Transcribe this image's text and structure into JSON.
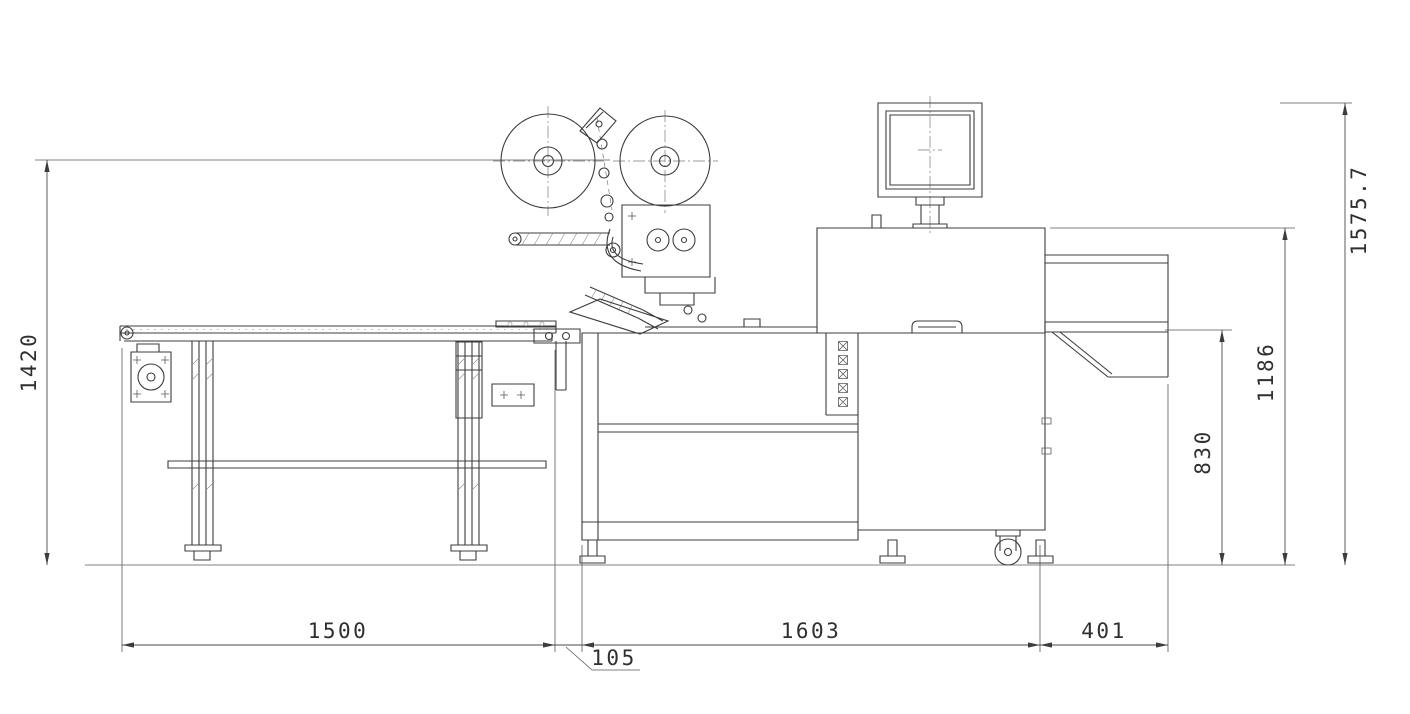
{
  "drawing": {
    "kind": "technical-drawing-side-elevation",
    "dims": {
      "d1420": "1420",
      "d1575_7": "1575.7",
      "d1186": "1186",
      "d830": "830",
      "d1500": "1500",
      "d105": "105",
      "d1603": "1603",
      "d401": "401"
    },
    "colors": {
      "line_color": "#3c3c3c",
      "text_color": "#2f2f2f",
      "background": "#ffffff"
    }
  }
}
